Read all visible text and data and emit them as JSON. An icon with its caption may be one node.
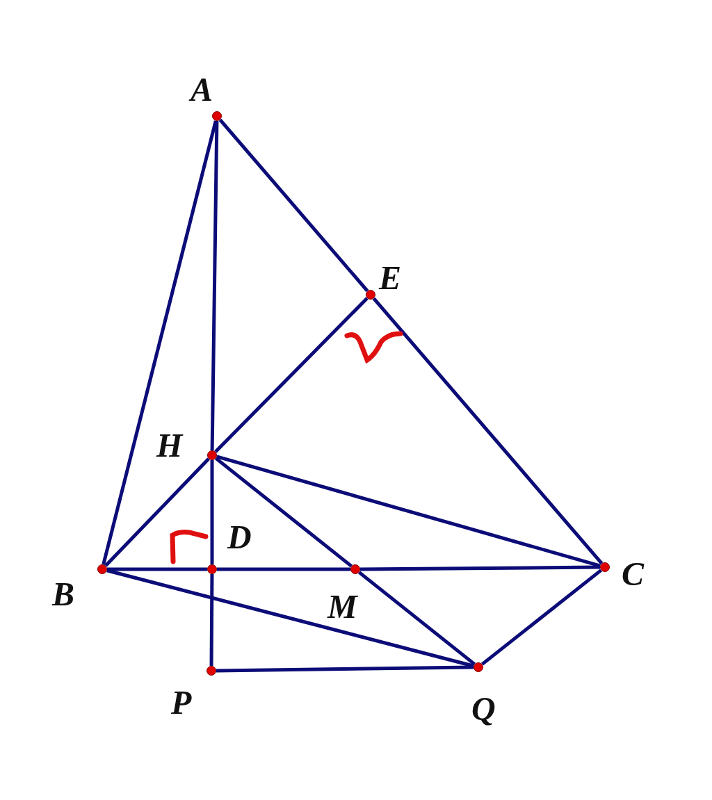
{
  "diagram": {
    "nodes": [
      {
        "text": [
          "A"
        ]
      },
      {
        "text": [
          "E"
        ]
      },
      {
        "text": [
          "H"
        ]
      },
      {
        "text": [
          "D"
        ]
      },
      {
        "text": [
          "B"
        ]
      },
      {
        "text": [
          "M"
        ]
      },
      {
        "text": [
          "C"
        ]
      },
      {
        "text": [
          "P"
        ]
      },
      {
        "text": [
          "Q"
        ]
      }
    ],
    "edges": [
      {
        "from": 0,
        "to": 4,
        "arrow": "none"
      },
      {
        "from": 0,
        "to": 2,
        "arrow": "none"
      },
      {
        "from": 2,
        "to": 3,
        "arrow": "none"
      },
      {
        "from": 3,
        "to": 7,
        "arrow": "none"
      },
      {
        "from": 0,
        "to": 1,
        "arrow": "none"
      },
      {
        "from": 1,
        "to": 6,
        "arrow": "none"
      },
      {
        "from": 2,
        "to": 1,
        "arrow": "none"
      },
      {
        "from": 4,
        "to": 2,
        "arrow": "none"
      },
      {
        "from": 2,
        "to": 6,
        "arrow": "none"
      },
      {
        "from": 2,
        "to": 5,
        "arrow": "none"
      },
      {
        "from": 5,
        "to": 8,
        "arrow": "none"
      },
      {
        "from": 4,
        "to": 3,
        "arrow": "none"
      },
      {
        "from": 3,
        "to": 5,
        "arrow": "none"
      },
      {
        "from": 5,
        "to": 6,
        "arrow": "none"
      },
      {
        "from": 4,
        "to": 8,
        "arrow": "none"
      },
      {
        "from": 7,
        "to": 8,
        "arrow": "none"
      },
      {
        "from": 6,
        "to": 8,
        "arrow": "none"
      }
    ]
  }
}
